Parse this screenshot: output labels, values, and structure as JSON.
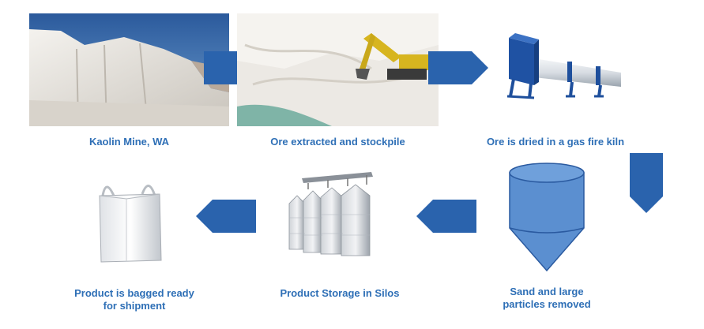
{
  "colors": {
    "label": "#2e6fb6",
    "arrow": "#2a63ad",
    "cone": "#5b8fd0"
  },
  "steps": [
    {
      "label": "Kaolin Mine, WA",
      "image": "white-kaolin-mine-photo"
    },
    {
      "label": "Ore extracted and stockpile",
      "image": "excavator-in-quarry-photo"
    },
    {
      "label": "Ore is dried in a gas fire kiln",
      "image": "rotary-kiln-illustration"
    },
    {
      "label": "Sand and large\nparticles removed",
      "image": "cyclone-separator-illustration"
    },
    {
      "label": "Product Storage in Silos",
      "image": "grain-silos-illustration"
    },
    {
      "label": "Product is bagged ready\nfor shipment",
      "image": "bulk-bag-illustration"
    }
  ]
}
